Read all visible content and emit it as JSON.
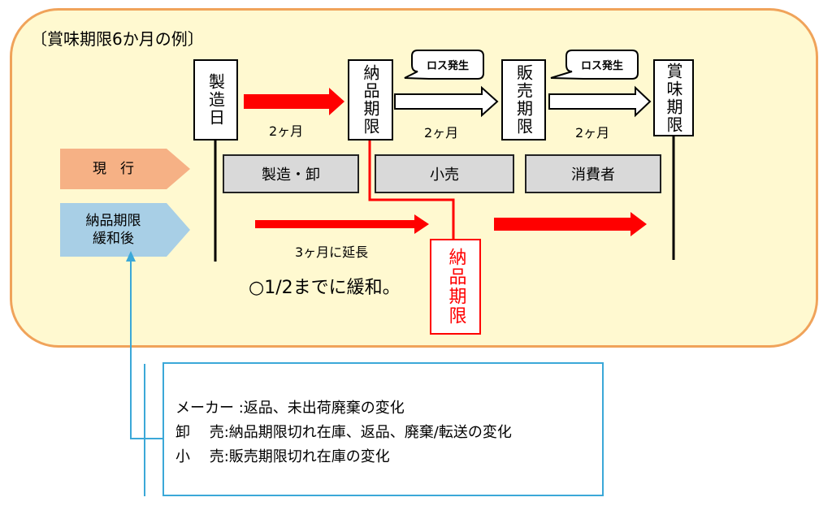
{
  "title": "〔賞味期限6か月の例〕",
  "milestones": {
    "manufacture": "製造日",
    "delivery_deadline": "納品期限",
    "sales_deadline": "販売期限",
    "best_before": "賞味期限",
    "new_delivery_deadline": "納品期限"
  },
  "durations": {
    "d1": "2ヶ月",
    "d2": "2ヶ月",
    "d3": "2ヶ月",
    "extension": "3ヶ月に延長"
  },
  "callouts": {
    "loss1": "ロス発生",
    "loss2": "ロス発生"
  },
  "stages": {
    "s1": "製造・卸",
    "s2": "小売",
    "s3": "消費者"
  },
  "rows": {
    "current": "現　行",
    "relaxed_line1": "納品期限",
    "relaxed_line2": "緩和後"
  },
  "note": "○1/2までに緩和。",
  "legend": {
    "maker": "メーカー :返品、未出荷廃棄の変化",
    "wholesale": "卸　 売:納品期限切れ在庫、返品、廃棄/転送の変化",
    "retail": "小　 売:販売期限切れ在庫の変化"
  },
  "colors": {
    "panel_fill": "#fff9d0",
    "panel_border": "#f0a35a",
    "red": "#ff0000",
    "blue": "#3ba8d8"
  }
}
